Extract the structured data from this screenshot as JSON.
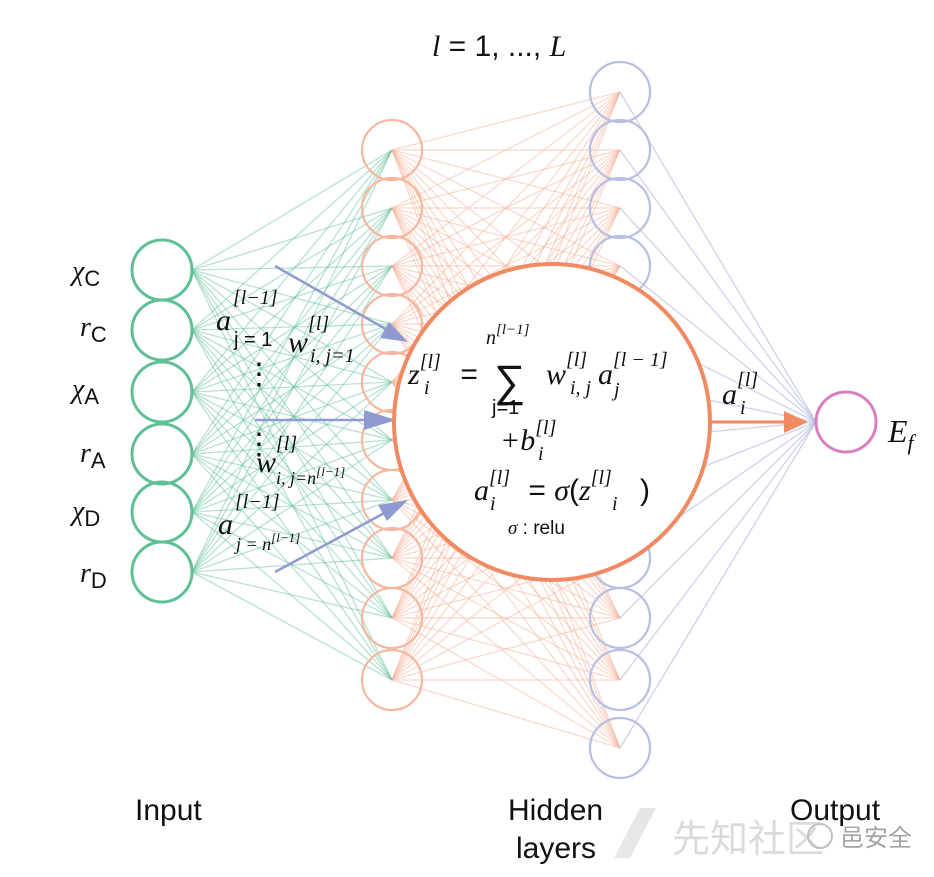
{
  "title_range": {
    "l": "l",
    "eq": " = 1, ..., ",
    "L": "L"
  },
  "input_labels": [
    {
      "sym": "χ",
      "sub": "C"
    },
    {
      "sym": "r",
      "sub": "C"
    },
    {
      "sym": "χ",
      "sub": "A"
    },
    {
      "sym": "r",
      "sub": "A"
    },
    {
      "sym": "χ",
      "sub": "D"
    },
    {
      "sym": "r",
      "sub": "D"
    }
  ],
  "annotations": {
    "a1": {
      "base": "a",
      "sup": "[l−1]",
      "sub": "j = 1"
    },
    "w1": {
      "base": "w",
      "sup": "[l]",
      "sub": "i, j=1"
    },
    "dots": "⋮",
    "w2": {
      "base": "w",
      "sup": "[l]",
      "sub": "i, j=n",
      "subsup": "[l−1]"
    },
    "a2": {
      "base": "a",
      "sup": "[l−1]",
      "sub": "j = n",
      "subsup": "[l−1]"
    }
  },
  "equation": {
    "z": "z",
    "z_sub": "i",
    "z_sup": "[l]",
    "eq": " = ",
    "sum_sym": "∑",
    "sum_top": "n",
    "sum_top_sup": "[l−1]",
    "sum_bottom": "j=1",
    "w": "w",
    "w_sup": "[l]",
    "w_sub": "i, j",
    "a": "a",
    "a_sup": "[l − 1]",
    "a_sub": "j",
    "plus_b": "+b",
    "b_sup": "[l]",
    "b_sub": "i",
    "act_a": "a",
    "act_sup": "[l]",
    "act_sub": "i",
    "act_eq": " = ",
    "act_sigma": "σ",
    "act_paren_open": "(",
    "act_z": "z",
    "act_z_sup": "[l]",
    "act_z_sub": "i",
    "act_paren_close": ")",
    "relu_sigma": "σ",
    "relu_text": " : relu"
  },
  "output_arrow_label": {
    "base": "a",
    "sup": "[l]",
    "sub": "i"
  },
  "output_label": {
    "base": "E",
    "sub": "f"
  },
  "section_labels": {
    "input": "Input",
    "hidden_1": "Hidden",
    "hidden_2": "layers",
    "output": "Output"
  },
  "watermark": {
    "text1": "先知社区",
    "text2": "邑安全"
  },
  "colors": {
    "input": "#5fbf95",
    "hidden": "#f0916d",
    "hidden_light": "#f4b8a0",
    "last": "#b8bfe0",
    "output": "#d97fbf",
    "arrow": "#8f9bd0",
    "big_node": "#ef8a63"
  }
}
